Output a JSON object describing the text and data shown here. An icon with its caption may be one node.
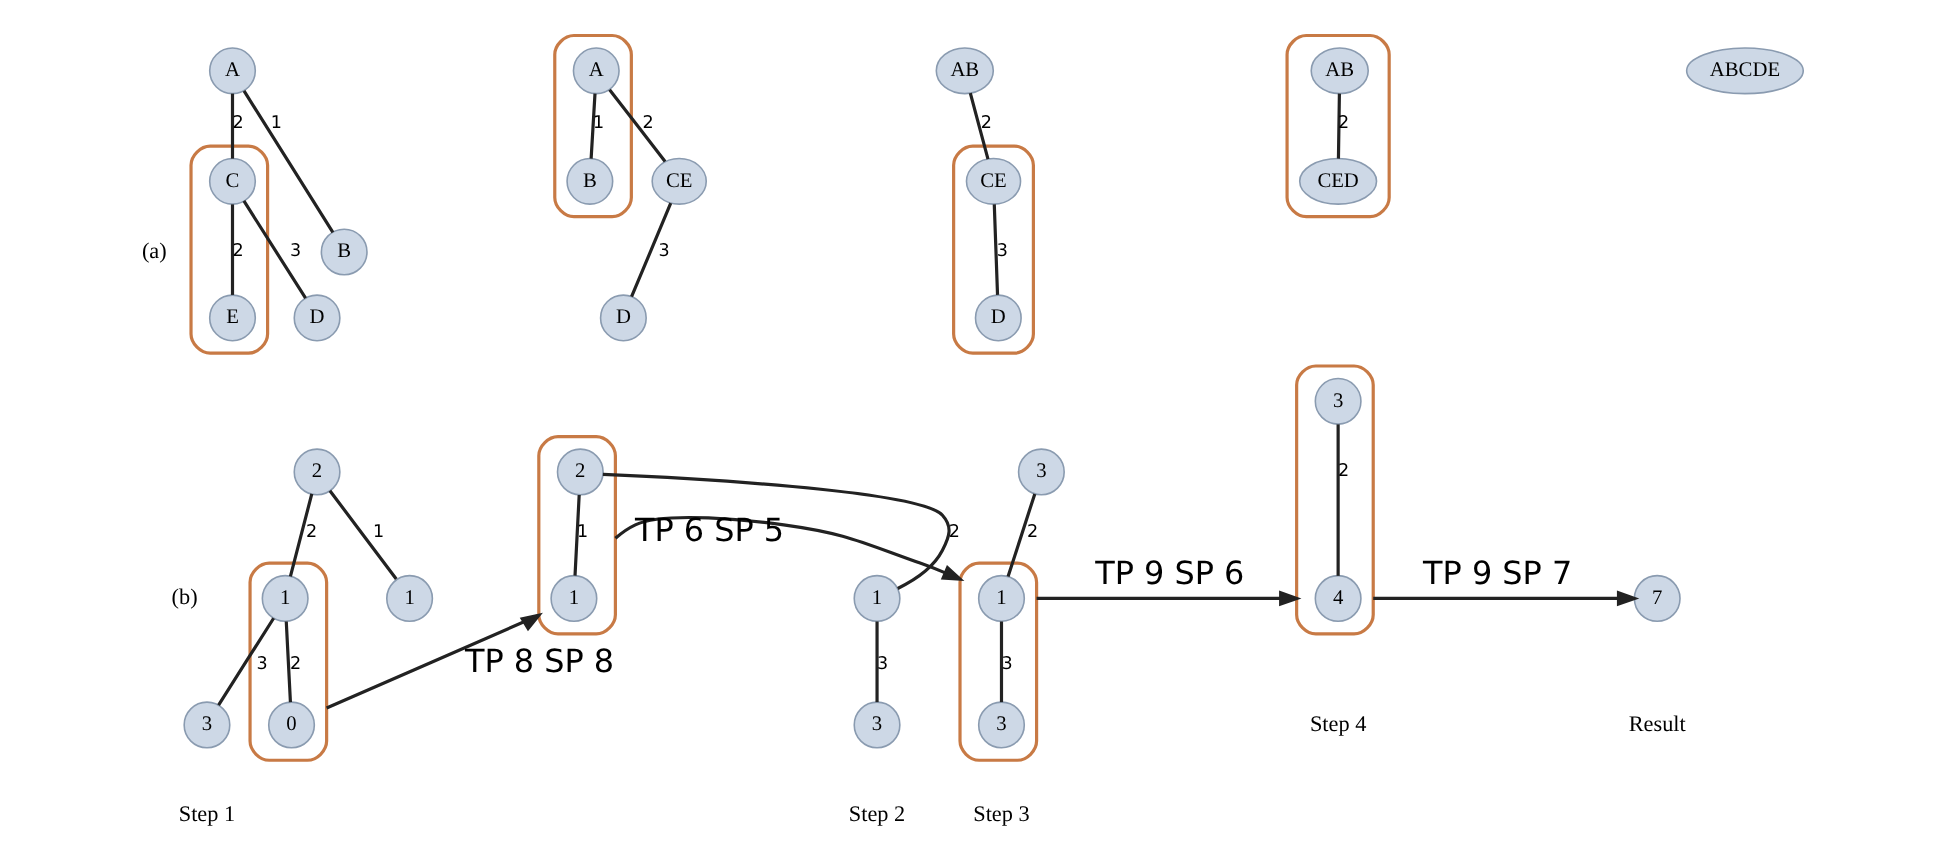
{
  "diagram": {
    "nodes": [
      {
        "text": [
          "A"
        ]
      },
      {
        "text": [
          "B"
        ]
      },
      {
        "text": [],
        "shape": "ellipse"
      },
      {
        "text": [
          "C"
        ],
        "in": 2
      },
      {
        "text": [
          "D"
        ]
      },
      {
        "text": [
          "E"
        ],
        "in": 2
      },
      {
        "text": [],
        "shape": "ellipse"
      },
      {
        "text": [
          "A"
        ],
        "in": 6
      },
      {
        "text": [
          "B"
        ],
        "in": 6
      },
      {
        "text": [
          "CE"
        ]
      },
      {
        "text": [
          "D"
        ]
      },
      {
        "text": [
          "AB"
        ]
      },
      {
        "text": [],
        "shape": "ellipse"
      },
      {
        "text": [
          "CE"
        ],
        "in": 12
      },
      {
        "text": [
          "D"
        ],
        "in": 12
      },
      {
        "text": [],
        "shape": "ellipse"
      },
      {
        "text": [
          "AB"
        ],
        "in": 15
      },
      {
        "text": [
          "CED"
        ],
        "in": 15
      },
      {
        "text": [
          "ABCDE"
        ]
      },
      {
        "text": [
          "2"
        ]
      },
      {
        "text": [
          "1"
        ]
      },
      {
        "text": [],
        "shape": "ellipse"
      },
      {
        "text": [
          "1"
        ],
        "in": 21
      },
      {
        "text": [
          "3"
        ]
      },
      {
        "text": [
          "0"
        ],
        "in": 21
      },
      {
        "text": [],
        "shape": "ellipse"
      },
      {
        "text": [
          "2"
        ],
        "in": 25
      },
      {
        "text": [
          "1"
        ],
        "in": 25
      },
      {
        "text": [
          "1"
        ]
      },
      {
        "text": [
          "3"
        ]
      },
      {
        "text": [
          "3"
        ]
      },
      {
        "text": [],
        "shape": "ellipse"
      },
      {
        "text": [
          "1"
        ],
        "in": 31
      },
      {
        "text": [
          "3"
        ],
        "in": 31
      },
      {
        "text": [],
        "shape": "ellipse"
      },
      {
        "text": [
          "3"
        ],
        "in": 34
      },
      {
        "text": [
          "4"
        ],
        "in": 34
      },
      {
        "text": [
          "7"
        ]
      }
    ],
    "edges": [
      {
        "from": 0,
        "to": 1,
        "arrow": "none",
        "label": "1"
      },
      {
        "from": 0,
        "to": 3,
        "arrow": "none",
        "label": "2"
      },
      {
        "from": 3,
        "to": 4,
        "arrow": "none",
        "label": "3"
      },
      {
        "from": 3,
        "to": 5,
        "arrow": "none",
        "label": "2"
      },
      {
        "from": 7,
        "to": 8,
        "arrow": "none",
        "label": "1"
      },
      {
        "from": 7,
        "to": 9,
        "arrow": "none",
        "label": "2"
      },
      {
        "from": 9,
        "to": 10,
        "arrow": "none",
        "label": "3"
      },
      {
        "from": 11,
        "to": 13,
        "arrow": "none",
        "label": "2"
      },
      {
        "from": 13,
        "to": 14,
        "arrow": "none",
        "label": "3"
      },
      {
        "from": 16,
        "to": 17,
        "arrow": "none",
        "label": "2"
      },
      {
        "from": 19,
        "to": 20,
        "arrow": "none",
        "label": "1"
      },
      {
        "from": 19,
        "to": 22,
        "arrow": "none",
        "label": "2"
      },
      {
        "from": 22,
        "to": 23,
        "arrow": "none",
        "label": "3"
      },
      {
        "from": 22,
        "to": 24,
        "arrow": "none",
        "label": "2"
      },
      {
        "from": 21,
        "to": 25,
        "arrow": "to",
        "label": "TP 8 SP 8"
      },
      {
        "from": 26,
        "to": 27,
        "arrow": "none",
        "label": "1"
      },
      {
        "from": 26,
        "to": 28,
        "arrow": "none",
        "label": "2"
      },
      {
        "from": 28,
        "to": 29,
        "arrow": "none",
        "label": "3"
      },
      {
        "from": 25,
        "to": 31,
        "arrow": "to",
        "label": "TP 6 SP 5"
      },
      {
        "from": 30,
        "to": 32,
        "arrow": "none",
        "label": "2"
      },
      {
        "from": 32,
        "to": 33,
        "arrow": "none",
        "label": "3"
      },
      {
        "from": 31,
        "to": 34,
        "arrow": "to",
        "label": "TP 9 SP 6"
      },
      {
        "from": 35,
        "to": 36,
        "arrow": "none",
        "label": "2"
      },
      {
        "from": 34,
        "to": 37,
        "arrow": "to",
        "label": "TP 9 SP 7"
      }
    ],
    "labels": [
      "(a)",
      "(b)",
      "Step 1",
      "Step 2",
      "Step 3",
      "Step 4",
      "Result"
    ]
  }
}
